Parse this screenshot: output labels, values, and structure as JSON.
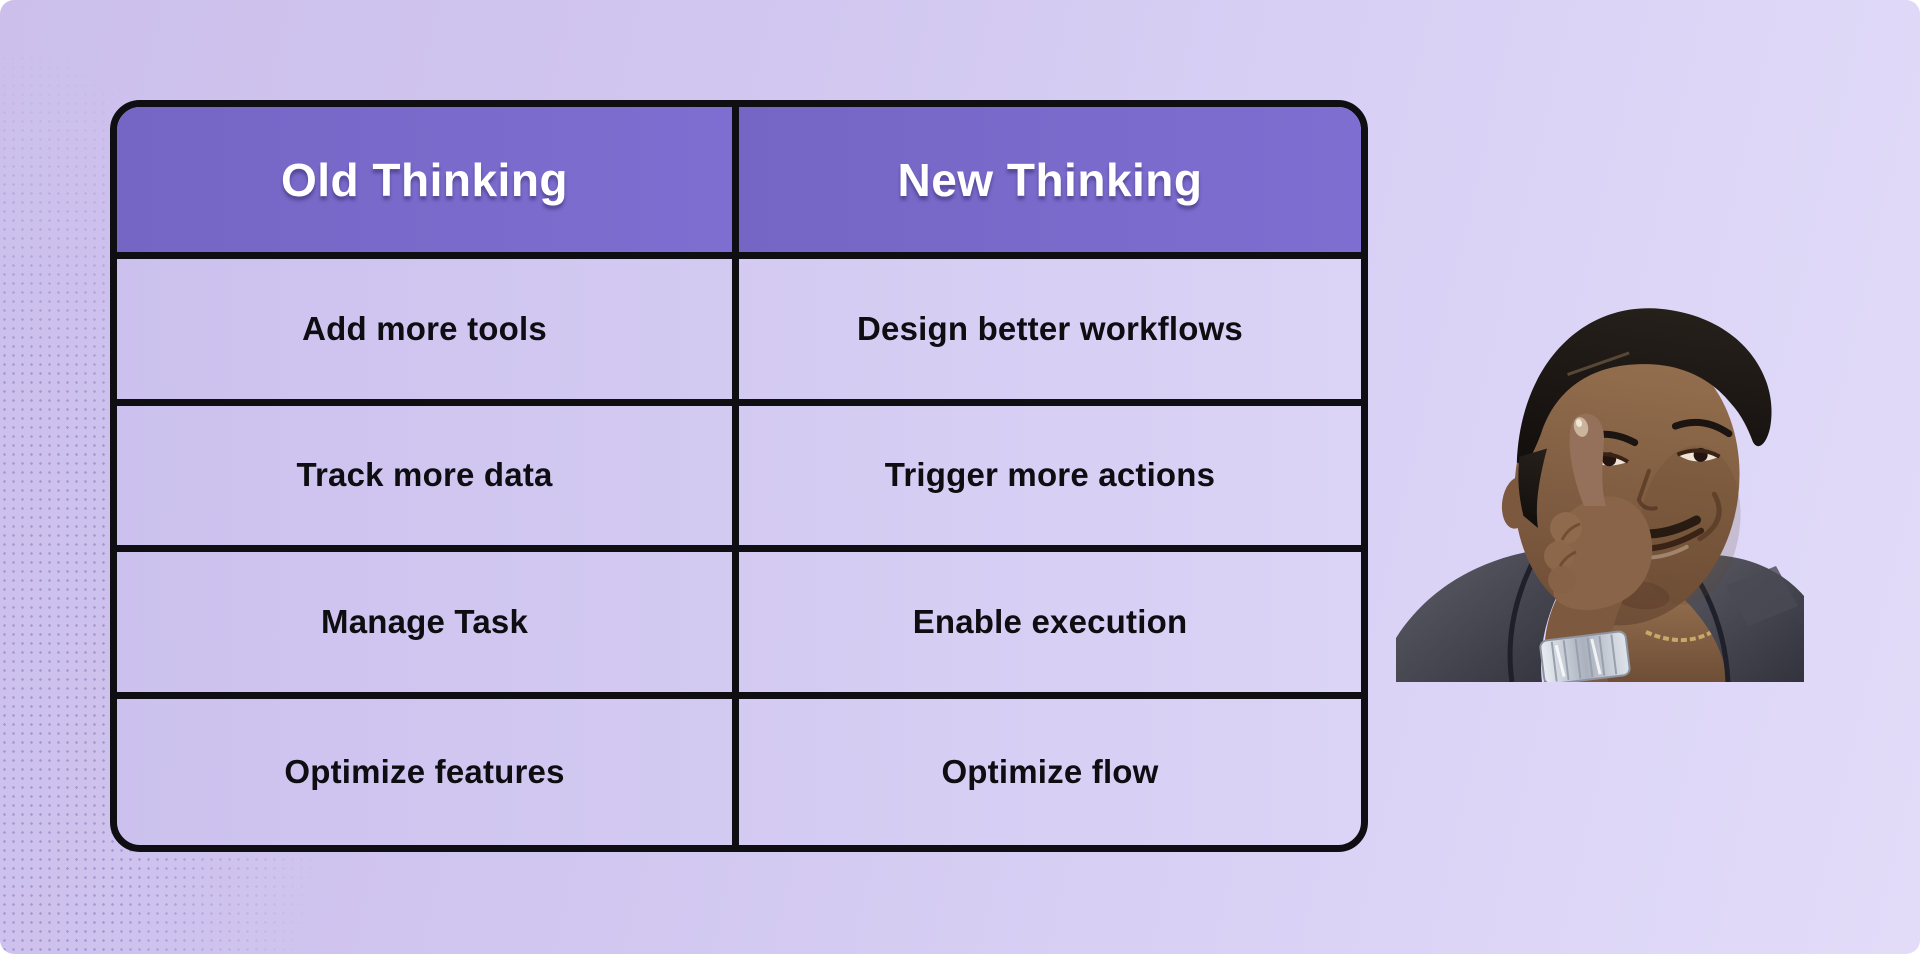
{
  "meta": {
    "title": "Old Thinking vs New Thinking"
  },
  "table": {
    "headers": {
      "old": "Old Thinking",
      "new": "New Thinking"
    },
    "rows": [
      {
        "old": "Add more tools",
        "new": "Design better workflows"
      },
      {
        "old": "Track more data",
        "new": "Trigger more actions"
      },
      {
        "old": "Manage Task",
        "new": "Enable execution"
      },
      {
        "old": "Optimize features",
        "new": "Optimize flow"
      }
    ]
  },
  "meme": {
    "name": "roll-safe-thinking-meme",
    "description": "Smirking man in dark jacket pointing index finger at his temple"
  },
  "colors": {
    "header_purple": "#7b6ccb",
    "table_border": "#0e0e13",
    "cell_lavender": "#d3caf2",
    "background_left": "#ccbfec",
    "background_right": "#e2dcf9",
    "header_text": "#ffffff",
    "cell_text": "#0d0d12"
  }
}
